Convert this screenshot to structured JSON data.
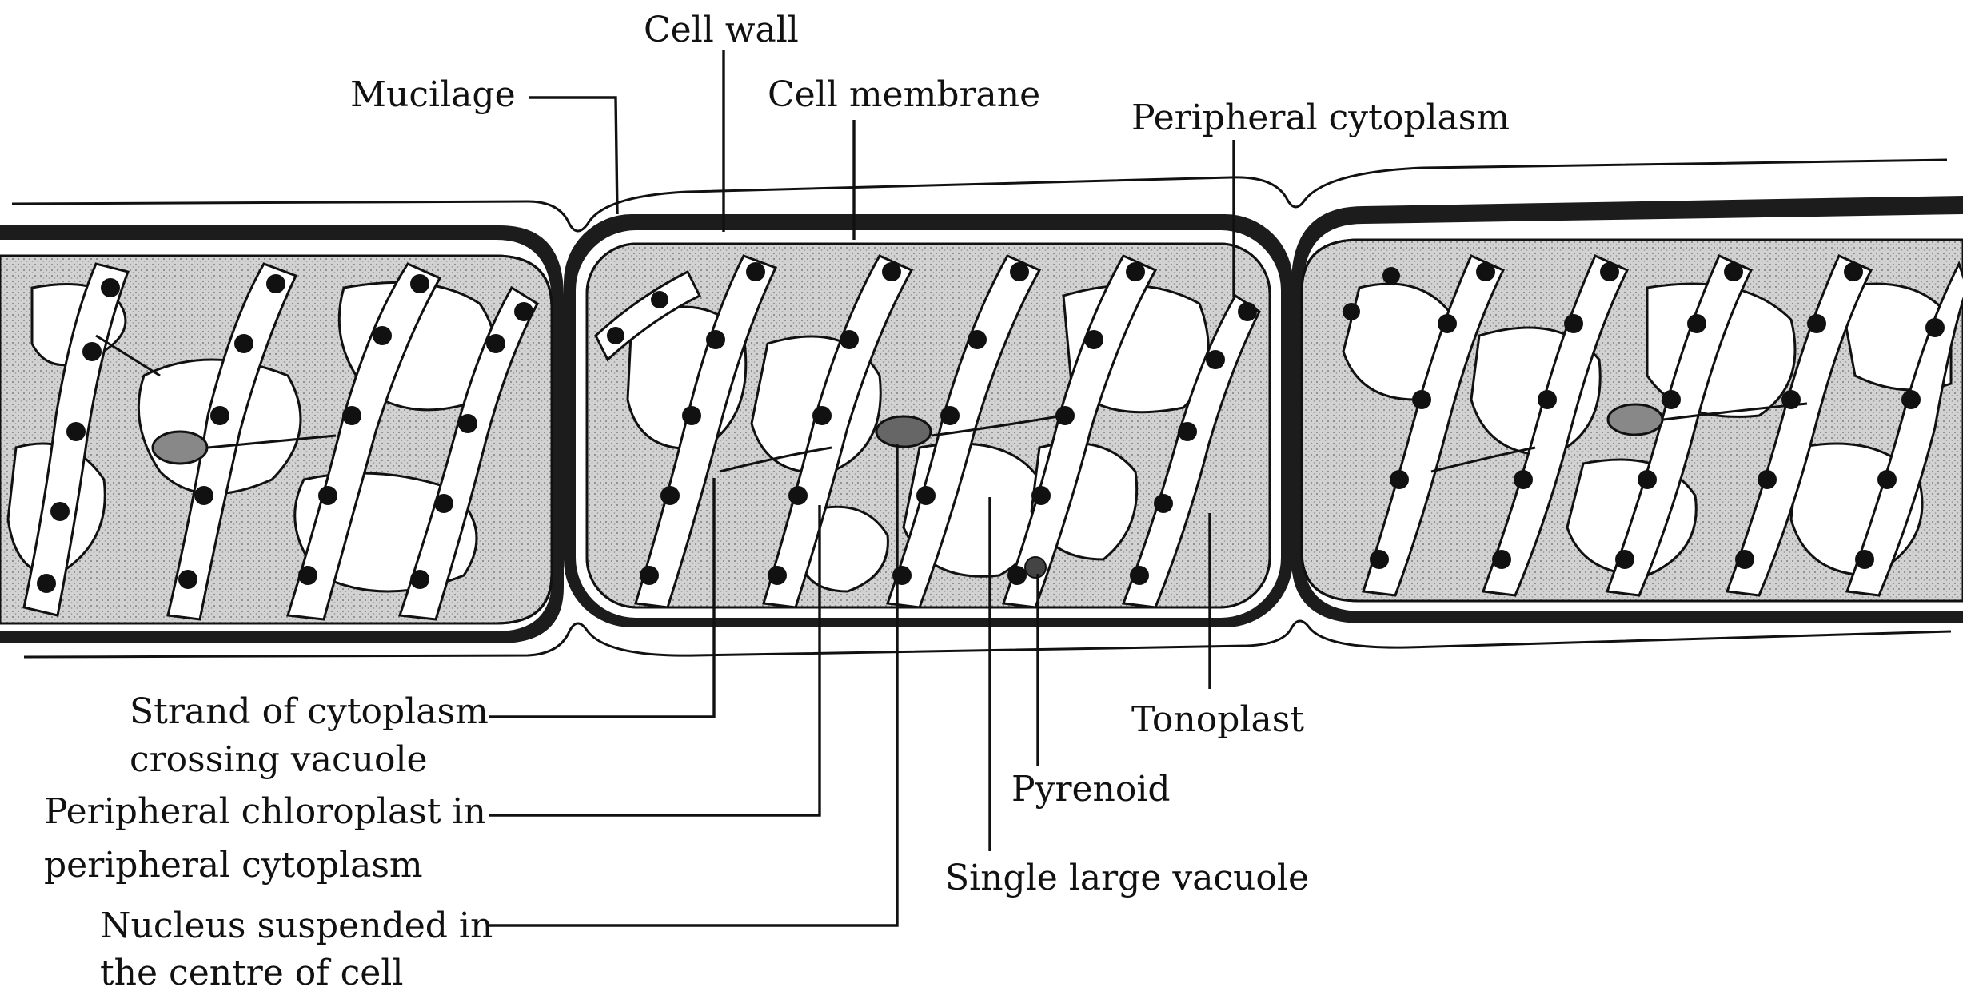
{
  "labels": {
    "cell_wall": "Cell wall",
    "mucilage": "Mucilage",
    "cell_membrane": "Cell membrane",
    "peripheral_cytoplasm": "Peripheral cytoplasm",
    "strand_line1": "Strand of cytoplasm",
    "strand_line2": "crossing vacuole",
    "chloroplast_line1": "Peripheral chloroplast in",
    "chloroplast_line2": "peripheral cytoplasm",
    "nucleus_line1": "Nucleus suspended in",
    "nucleus_line2": "the centre of cell",
    "tonoplast": "Tonoplast",
    "pyrenoid": "Pyrenoid",
    "vacuole": "Single large vacuole"
  },
  "colors": {
    "ink": "#111111",
    "cytoplasm_stipple": "#c9c9c9",
    "vacuole": "#ffffff"
  }
}
